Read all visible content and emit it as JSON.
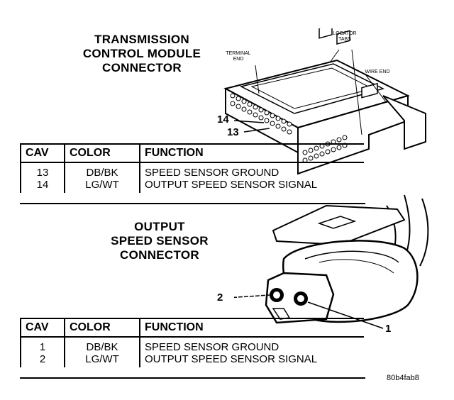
{
  "tcm_connector": {
    "title_lines": [
      "TRANSMISSION",
      "CONTROL MODULE",
      "CONNECTOR"
    ],
    "labels": {
      "terminal_end": "TERMINAL END",
      "locator_tabs": "LOCATOR TABS",
      "wire_end": "WIRE END"
    },
    "pin_callouts": [
      "14",
      "13"
    ],
    "table": {
      "headers": [
        "CAV",
        "COLOR",
        "FUNCTION"
      ],
      "rows": [
        {
          "cav": "13",
          "color": "DB/BK",
          "function": "SPEED SENSOR GROUND"
        },
        {
          "cav": "14",
          "color": "LG/WT",
          "function": "OUTPUT SPEED SENSOR SIGNAL"
        }
      ]
    }
  },
  "oss_connector": {
    "title_lines": [
      "OUTPUT",
      "SPEED SENSOR",
      "CONNECTOR"
    ],
    "pin_callouts": [
      "2",
      "1"
    ],
    "table": {
      "headers": [
        "CAV",
        "COLOR",
        "FUNCTION"
      ],
      "rows": [
        {
          "cav": "1",
          "color": "DB/BK",
          "function": "SPEED SENSOR GROUND"
        },
        {
          "cav": "2",
          "color": "LG/WT",
          "function": "OUTPUT SPEED SENSOR SIGNAL"
        }
      ]
    }
  },
  "figure_code": "80b4fab8"
}
